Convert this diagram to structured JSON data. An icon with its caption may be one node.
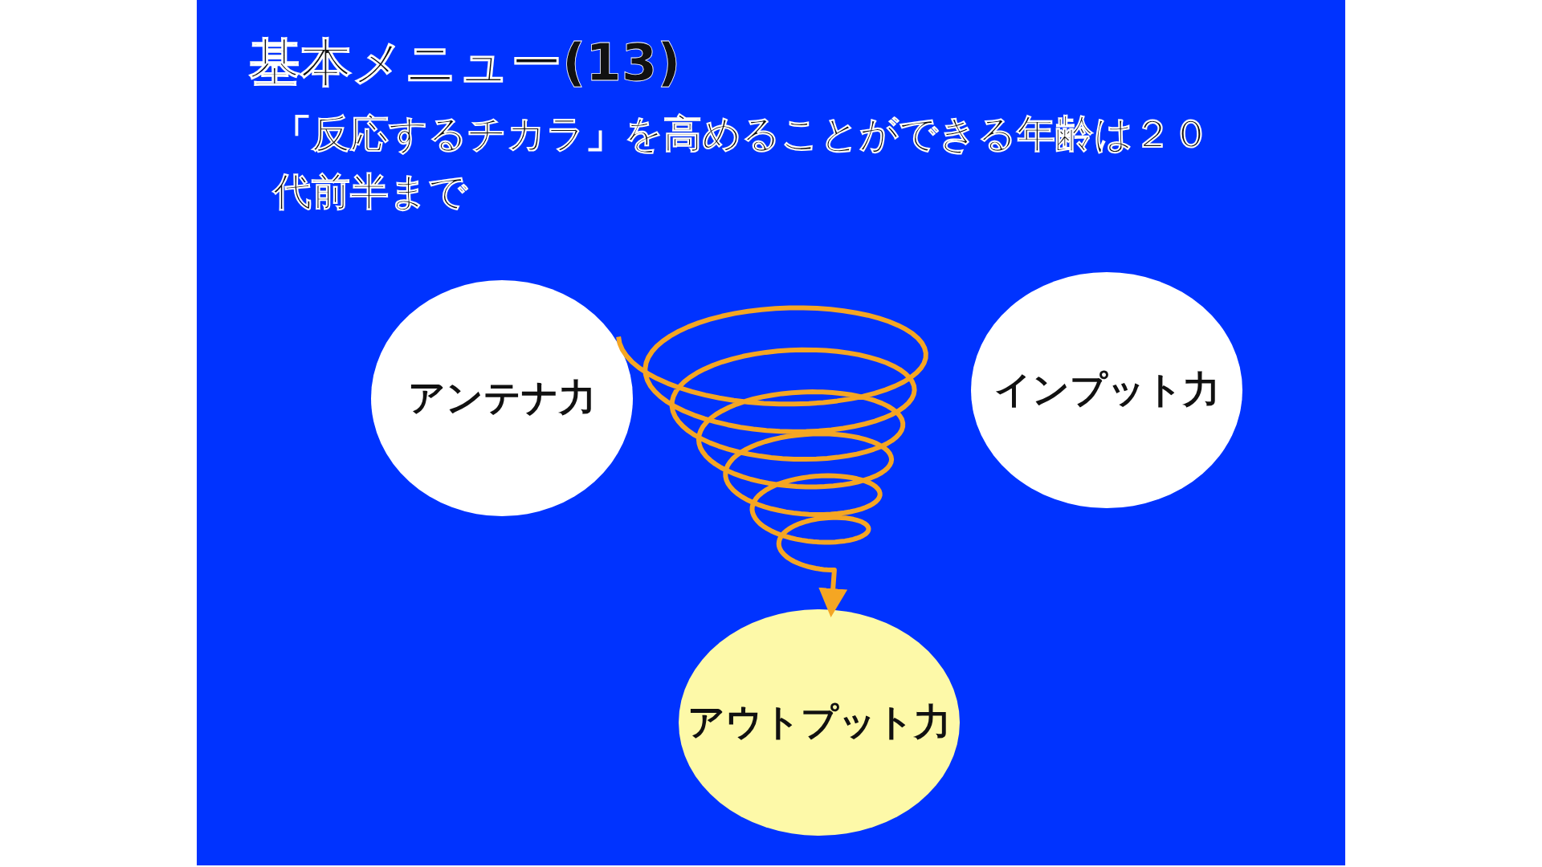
{
  "diagram": {
    "title": "基本メニュー(13)",
    "caption": "「反応するチカラ」を高めることができる年齢は２０代前半まで",
    "nodes": [
      {
        "text": [
          "アンテナ力"
        ]
      },
      {
        "text": [
          "インプット力"
        ]
      },
      {
        "text": [
          "アウトプット力"
        ]
      }
    ],
    "edges": [
      {
        "from": 0,
        "to": 2,
        "arrow": "to"
      }
    ]
  }
}
